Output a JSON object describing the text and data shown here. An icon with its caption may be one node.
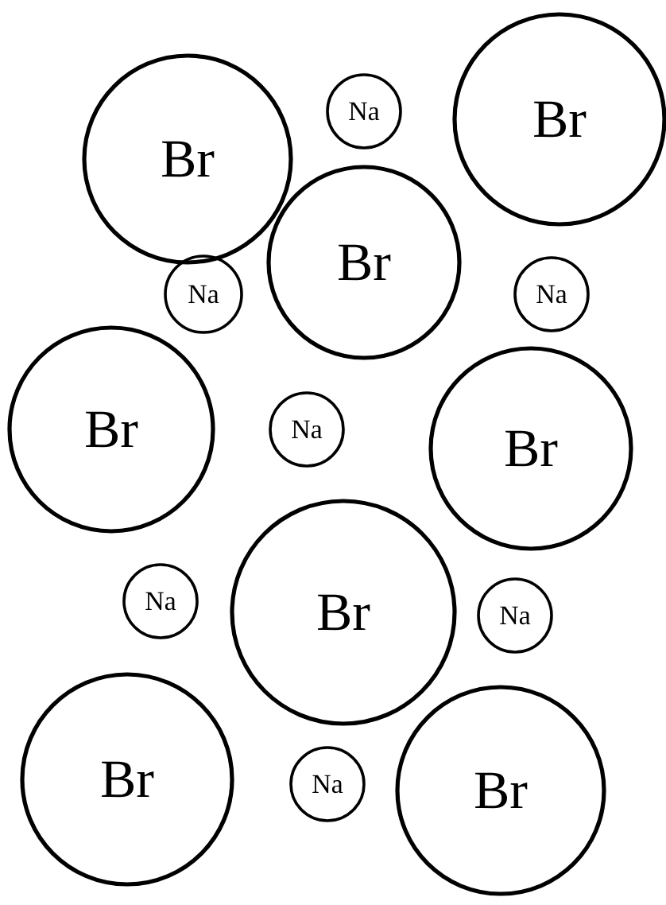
{
  "diagram": {
    "nodes": [
      {
        "text": [
          "Br"
        ]
      },
      {
        "text": [
          "Na"
        ]
      },
      {
        "text": [
          "Br"
        ]
      },
      {
        "text": [
          "Na"
        ]
      },
      {
        "text": [
          "Br"
        ]
      },
      {
        "text": [
          "Na"
        ]
      },
      {
        "text": [
          "Br"
        ]
      },
      {
        "text": [
          "Na"
        ]
      },
      {
        "text": [
          "Br"
        ]
      },
      {
        "text": [
          "Na"
        ]
      },
      {
        "text": [
          "Br"
        ]
      },
      {
        "text": [
          "Na"
        ]
      },
      {
        "text": [
          "Br"
        ]
      },
      {
        "text": [
          "Na"
        ]
      },
      {
        "text": [
          "Br"
        ]
      }
    ]
  }
}
